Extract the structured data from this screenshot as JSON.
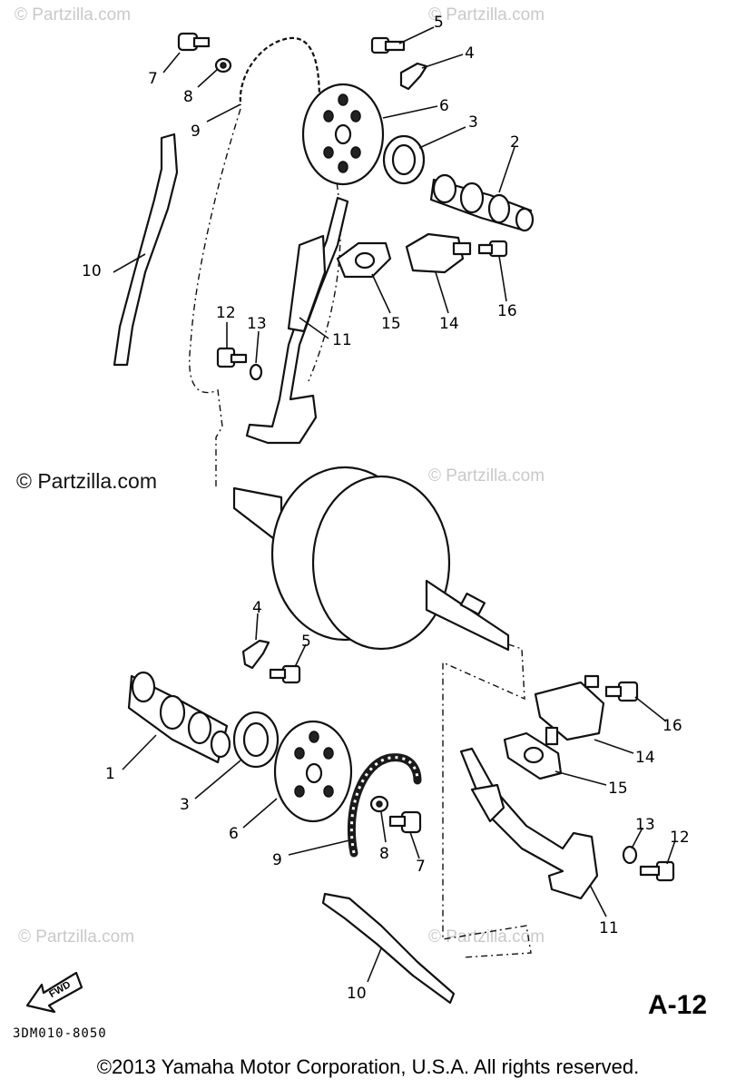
{
  "watermarks": {
    "top_left": "© Partzilla.com",
    "top_right": "© Partzilla.com",
    "middle_left": "© Partzilla.com",
    "middle_right": "© Partzilla.com",
    "bottom_left": "© Partzilla.com",
    "bottom_right": "© Partzilla.com"
  },
  "page_code": "A-12",
  "drawing_number": "3DM010-8050",
  "fwd_label": "FWD",
  "copyright": "©2013 Yamaha Motor Corporation, U.S.A. All rights reserved.",
  "callouts": {
    "upper": {
      "c1": "7",
      "c2": "8",
      "c3": "9",
      "c4": "5",
      "c5": "4",
      "c6": "6",
      "c7": "3",
      "c8": "2",
      "c9": "10",
      "c10": "12",
      "c11": "13",
      "c12": "11",
      "c13": "15",
      "c14": "14",
      "c15": "16"
    },
    "lower": {
      "c1": "4",
      "c2": "5",
      "c3": "1",
      "c4": "3",
      "c5": "6",
      "c6": "9",
      "c7": "8",
      "c8": "7",
      "c9": "16",
      "c10": "14",
      "c11": "15",
      "c12": "13",
      "c13": "12",
      "c14": "11",
      "c15": "10"
    }
  }
}
